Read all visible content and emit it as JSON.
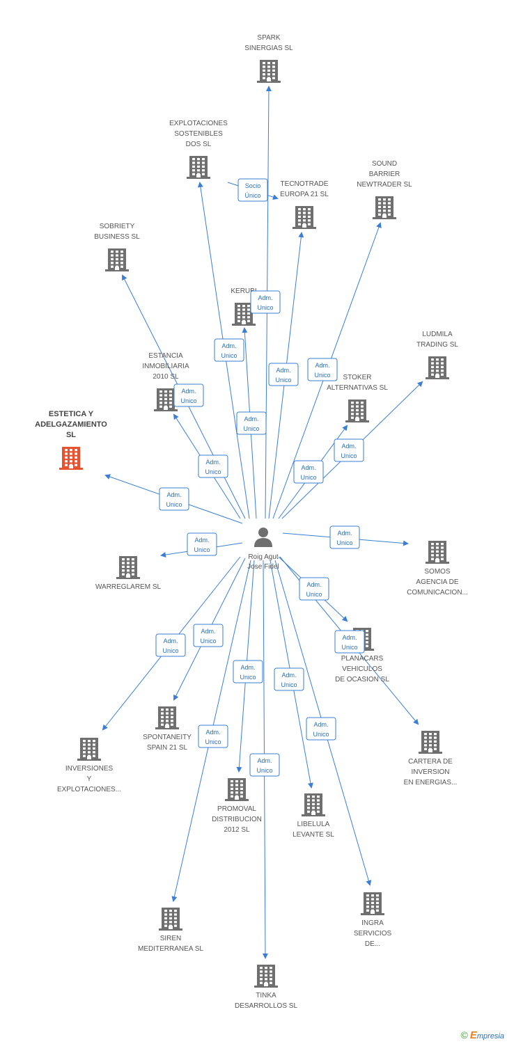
{
  "person": {
    "lines": [
      "Roig Agut",
      "Jose Fidel"
    ]
  },
  "companies": [
    {
      "id": "spark",
      "lines": [
        "SPARK",
        "SINERGIAS SL"
      ]
    },
    {
      "id": "explotaciones_sostenibles",
      "lines": [
        "EXPLOTACIONES",
        "SOSTENIBLES",
        "DOS SL"
      ]
    },
    {
      "id": "tecnotrade",
      "lines": [
        "TECNOTRADE",
        "EUROPA 21 SL"
      ]
    },
    {
      "id": "sound_barrier",
      "lines": [
        "SOUND",
        "BARRIER",
        "NEWTRADER SL"
      ]
    },
    {
      "id": "sobriety",
      "lines": [
        "SOBRIETY",
        "BUSINESS SL"
      ]
    },
    {
      "id": "kerubi",
      "lines": [
        "KERUBI"
      ]
    },
    {
      "id": "ludmila",
      "lines": [
        "LUDMILA",
        "TRADING SL"
      ]
    },
    {
      "id": "estancia",
      "lines": [
        "ESTANCIA",
        "INMOBILIARIA",
        "2010 SL"
      ]
    },
    {
      "id": "stoker",
      "lines": [
        "STOKER",
        "ALTERNATIVAS SL"
      ]
    },
    {
      "id": "estetica",
      "lines": [
        "ESTETICA Y",
        "ADELGAZAMIENTO",
        "SL"
      ],
      "highlight": true
    },
    {
      "id": "warreglarem",
      "lines": [
        "WARREGLAREM SL"
      ]
    },
    {
      "id": "somos",
      "lines": [
        "SOMOS",
        "AGENCIA DE",
        "COMUNICACION..."
      ]
    },
    {
      "id": "planacars",
      "lines": [
        "PLANACARS",
        "VEHICULOS",
        "DE OCASION  SL"
      ]
    },
    {
      "id": "spontaneity",
      "lines": [
        "SPONTANEITY",
        "SPAIN 21 SL"
      ]
    },
    {
      "id": "inversiones",
      "lines": [
        "INVERSIONES",
        "Y",
        "EXPLOTACIONES..."
      ]
    },
    {
      "id": "cartera",
      "lines": [
        "CARTERA DE",
        "INVERSION",
        "EN ENERGIAS..."
      ]
    },
    {
      "id": "promoval",
      "lines": [
        "PROMOVAL",
        "DISTRIBUCION",
        "2012 SL"
      ]
    },
    {
      "id": "libelula",
      "lines": [
        "LIBELULA",
        "LEVANTE SL"
      ]
    },
    {
      "id": "siren",
      "lines": [
        "SIREN",
        "MEDITERRANEA SL"
      ]
    },
    {
      "id": "ingra",
      "lines": [
        "INGRA",
        "SERVICIOS",
        "DE..."
      ]
    },
    {
      "id": "tinka",
      "lines": [
        "TINKA",
        "DESARROLLOS SL"
      ]
    }
  ],
  "edges": [
    {
      "from": "person",
      "to": "spark",
      "lines": [
        "Adm.",
        "Unico"
      ]
    },
    {
      "from": "person",
      "to": "explotaciones_sostenibles",
      "lines": [
        "Adm.",
        "Unico"
      ]
    },
    {
      "from": "person",
      "to": "tecnotrade",
      "lines": [
        "Adm.",
        "Unico"
      ]
    },
    {
      "from": "person",
      "to": "sound_barrier",
      "lines": [
        "Adm.",
        "Unico"
      ]
    },
    {
      "from": "person",
      "to": "sobriety",
      "lines": [
        "Adm.",
        "Unico"
      ]
    },
    {
      "from": "person",
      "to": "kerubi",
      "lines": [
        "Adm.",
        "Unico"
      ]
    },
    {
      "from": "person",
      "to": "ludmila",
      "lines": [
        "Adm.",
        "Unico"
      ]
    },
    {
      "from": "person",
      "to": "estancia",
      "lines": [
        "Adm.",
        "Unico"
      ]
    },
    {
      "from": "person",
      "to": "stoker",
      "lines": [
        "Adm.",
        "Unico"
      ]
    },
    {
      "from": "person",
      "to": "estetica",
      "lines": [
        "Adm.",
        "Unico"
      ]
    },
    {
      "from": "person",
      "to": "warreglarem",
      "lines": [
        "Adm.",
        "Unico"
      ]
    },
    {
      "from": "person",
      "to": "somos",
      "lines": [
        "Adm.",
        "Unico"
      ]
    },
    {
      "from": "person",
      "to": "planacars",
      "lines": [
        "Adm.",
        "Unico"
      ]
    },
    {
      "from": "person",
      "to": "spontaneity",
      "lines": [
        "Adm.",
        "Unico"
      ]
    },
    {
      "from": "person",
      "to": "inversiones",
      "lines": [
        "Adm.",
        "Unico"
      ]
    },
    {
      "from": "person",
      "to": "cartera",
      "lines": [
        "Adm.",
        "Unico"
      ]
    },
    {
      "from": "person",
      "to": "promoval",
      "lines": [
        "Adm.",
        "Unico"
      ]
    },
    {
      "from": "person",
      "to": "libelula",
      "lines": [
        "Adm.",
        "Unico"
      ]
    },
    {
      "from": "person",
      "to": "siren",
      "lines": [
        "Adm.",
        "Unico"
      ]
    },
    {
      "from": "person",
      "to": "ingra",
      "lines": [
        "Adm.",
        "Unico"
      ]
    },
    {
      "from": "person",
      "to": "tinka",
      "lines": [
        "Adm.",
        "Unico"
      ]
    },
    {
      "from": "explotaciones_sostenibles",
      "to": "tecnotrade",
      "lines": [
        "Socio",
        "Único"
      ]
    }
  ],
  "colors": {
    "edge": "#3a7fd5",
    "building": "#6f6f6f",
    "highlight": "#e8522e",
    "person": "#6f6f6f"
  },
  "footer": {
    "copyright": "©",
    "brand_e": "E",
    "brand_rest": "mpresia"
  }
}
